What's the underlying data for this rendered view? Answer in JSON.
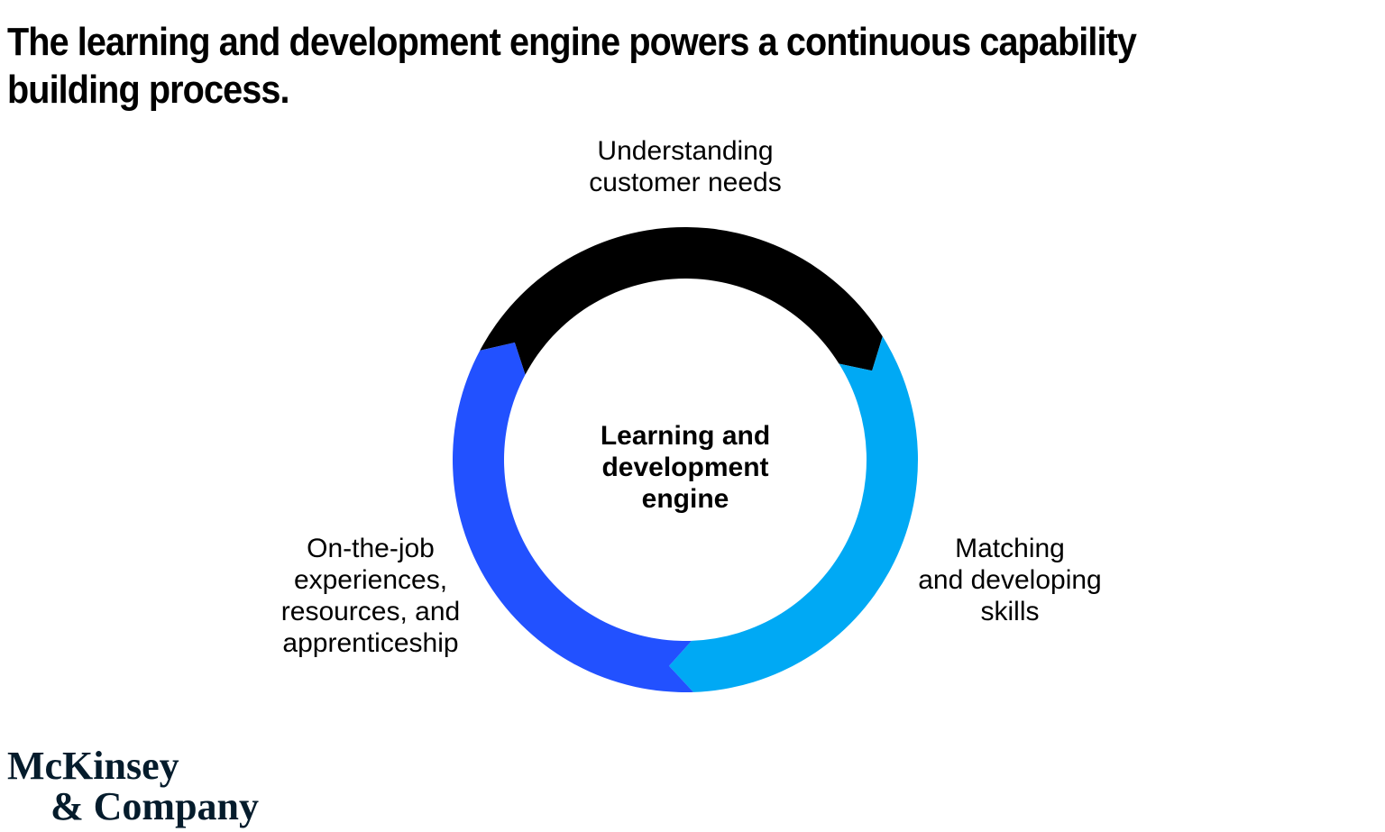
{
  "title": {
    "text": "The learning and development engine powers a continuous capability building process.",
    "lines": [
      "The learning and development engine powers a continuous capability",
      "building process."
    ]
  },
  "diagram": {
    "type": "cycle",
    "direction": "clockwise",
    "center_label": {
      "lines": [
        "Learning and",
        "development",
        "engine"
      ]
    },
    "segments": [
      {
        "id": "understanding-customer-needs",
        "color": "#000000",
        "start_angle": 298,
        "end_angle": 418,
        "label_lines": [
          "Understanding",
          "customer needs"
        ]
      },
      {
        "id": "matching-and-developing-skills",
        "color": "#00A9F4",
        "start_angle": 58,
        "end_angle": 178,
        "label_lines": [
          "Matching",
          "and developing",
          "skills"
        ]
      },
      {
        "id": "on-the-job-experiences-resources-and-apprenticeship",
        "color": "#2251FF",
        "start_angle": 178,
        "end_angle": 298,
        "label_lines": [
          "On-the-job",
          "experiences,",
          "resources, and",
          "apprenticeship"
        ]
      }
    ],
    "geometry": {
      "outer_radius": 258,
      "inner_radius": 201,
      "arrow_tip_offset_degrees": 6.5
    }
  },
  "logo": {
    "lines": [
      "McKinsey",
      "& Company"
    ],
    "color": "#051C2C"
  }
}
